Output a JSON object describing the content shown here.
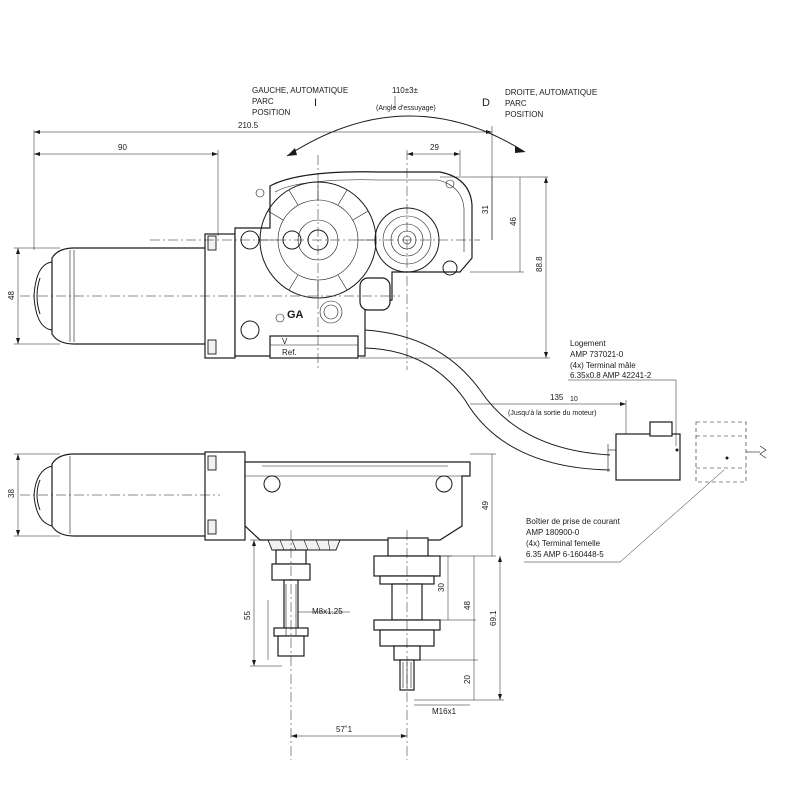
{
  "labels": {
    "left_position": [
      "GAUCHE, AUTOMATIQUE",
      "PARC",
      "POSITION"
    ],
    "left_marker": "I",
    "right_position": [
      "DROITE, AUTOMATIQUE",
      "PARC",
      "POSITION"
    ],
    "right_marker": "D",
    "wipe_angle": "110±3±",
    "wipe_angle_note": "(Angle d'essuyage)",
    "housing": [
      "Logement",
      "AMP 737021-0",
      "(4x) Terminal mâle",
      "6.35x0.8 AMP 42241-2"
    ],
    "cable_note": "(Jusqu'à la sortie du moteur)",
    "socket": [
      "Boîtier de prise de courant",
      "AMP 180900-0",
      "(4x) Terminal femelle",
      "6.35 AMP 6-160448-5"
    ],
    "ref": "Ref.",
    "logo": "GA",
    "small_mark": "V",
    "thread_small": "M8x1.25",
    "thread_large": "M16x1"
  },
  "dimensions": {
    "overall_length": "210.5",
    "motor_length": "90",
    "spindle_offset": "29",
    "height_31": "31",
    "height_46": "46",
    "height_88": "88.8",
    "motor_dia_top": "48",
    "cable_length": "135",
    "cable_tol": "10",
    "motor_dia_side": "38",
    "depth_49": "49",
    "stud_55": "55",
    "shaft_30": "30",
    "shaft_48": "48",
    "shaft_69": "69.1",
    "shaft_20": "20",
    "spacing_57": "57˚1"
  }
}
